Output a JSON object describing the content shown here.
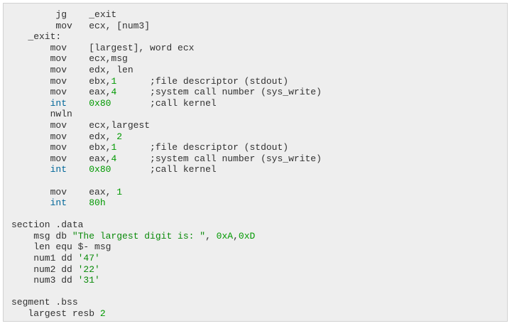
{
  "code_block": {
    "background_color": "#eeeeee",
    "text_color": "#313131",
    "keyword_color": "#006699",
    "number_color": "#009900",
    "string_color": "#0a8a0a",
    "lines": [
      [
        {
          "t": "        jg    _exit",
          "c": "plain"
        }
      ],
      [
        {
          "t": "        mov   ecx, [num3]",
          "c": "plain"
        }
      ],
      [
        {
          "t": "   _exit:",
          "c": "plain"
        }
      ],
      [
        {
          "t": "       mov    [largest], word ecx",
          "c": "plain"
        }
      ],
      [
        {
          "t": "       mov    ecx,msg",
          "c": "plain"
        }
      ],
      [
        {
          "t": "       mov    edx, len",
          "c": "plain"
        }
      ],
      [
        {
          "t": "       mov    ebx,",
          "c": "plain"
        },
        {
          "t": "1",
          "c": "num"
        },
        {
          "t": "      ;file descriptor (stdout)",
          "c": "plain"
        }
      ],
      [
        {
          "t": "       mov    eax,",
          "c": "plain"
        },
        {
          "t": "4",
          "c": "num"
        },
        {
          "t": "      ;system call number (sys_write)",
          "c": "plain"
        }
      ],
      [
        {
          "t": "       ",
          "c": "plain"
        },
        {
          "t": "int",
          "c": "kw"
        },
        {
          "t": "    ",
          "c": "plain"
        },
        {
          "t": "0x80",
          "c": "num"
        },
        {
          "t": "       ;call kernel",
          "c": "plain"
        }
      ],
      [
        {
          "t": "       nwln",
          "c": "plain"
        }
      ],
      [
        {
          "t": "       mov    ecx,largest",
          "c": "plain"
        }
      ],
      [
        {
          "t": "       mov    edx, ",
          "c": "plain"
        },
        {
          "t": "2",
          "c": "num"
        }
      ],
      [
        {
          "t": "       mov    ebx,",
          "c": "plain"
        },
        {
          "t": "1",
          "c": "num"
        },
        {
          "t": "      ;file descriptor (stdout)",
          "c": "plain"
        }
      ],
      [
        {
          "t": "       mov    eax,",
          "c": "plain"
        },
        {
          "t": "4",
          "c": "num"
        },
        {
          "t": "      ;system call number (sys_write)",
          "c": "plain"
        }
      ],
      [
        {
          "t": "       ",
          "c": "plain"
        },
        {
          "t": "int",
          "c": "kw"
        },
        {
          "t": "    ",
          "c": "plain"
        },
        {
          "t": "0x80",
          "c": "num"
        },
        {
          "t": "       ;call kernel",
          "c": "plain"
        }
      ],
      [
        {
          "t": "",
          "c": "plain"
        }
      ],
      [
        {
          "t": "       mov    eax, ",
          "c": "plain"
        },
        {
          "t": "1",
          "c": "num"
        }
      ],
      [
        {
          "t": "       ",
          "c": "plain"
        },
        {
          "t": "int",
          "c": "kw"
        },
        {
          "t": "    ",
          "c": "plain"
        },
        {
          "t": "80h",
          "c": "num"
        }
      ],
      [
        {
          "t": "",
          "c": "plain"
        }
      ],
      [
        {
          "t": "section .data",
          "c": "plain"
        }
      ],
      [
        {
          "t": "    msg db ",
          "c": "plain"
        },
        {
          "t": "\"The largest digit is: \"",
          "c": "str"
        },
        {
          "t": ", ",
          "c": "plain"
        },
        {
          "t": "0xA",
          "c": "num"
        },
        {
          "t": ",",
          "c": "plain"
        },
        {
          "t": "0xD",
          "c": "num"
        }
      ],
      [
        {
          "t": "    len equ $- msg",
          "c": "plain"
        }
      ],
      [
        {
          "t": "    num1 dd ",
          "c": "plain"
        },
        {
          "t": "'47'",
          "c": "str"
        }
      ],
      [
        {
          "t": "    num2 dd ",
          "c": "plain"
        },
        {
          "t": "'22'",
          "c": "str"
        }
      ],
      [
        {
          "t": "    num3 dd ",
          "c": "plain"
        },
        {
          "t": "'31'",
          "c": "str"
        }
      ],
      [
        {
          "t": "",
          "c": "plain"
        }
      ],
      [
        {
          "t": "segment .bss",
          "c": "plain"
        }
      ],
      [
        {
          "t": "   largest resb ",
          "c": "plain"
        },
        {
          "t": "2",
          "c": "num"
        }
      ]
    ]
  }
}
